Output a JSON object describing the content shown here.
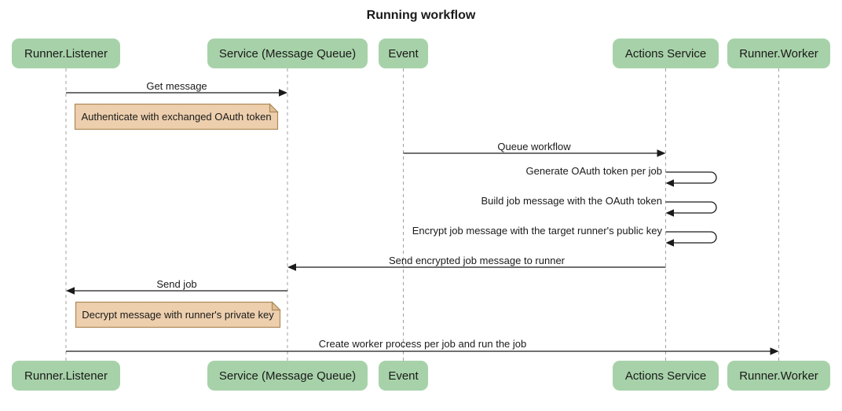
{
  "title": "Running workflow",
  "actors": [
    {
      "label": "Runner.Listener"
    },
    {
      "label": "Service (Message Queue)"
    },
    {
      "label": "Event"
    },
    {
      "label": "Actions Service"
    },
    {
      "label": "Runner.Worker"
    }
  ],
  "messages": [
    {
      "text": "Get message",
      "from": "Runner.Listener",
      "to": "Service (Message Queue)",
      "type": "solid-arrow"
    },
    {
      "text": "Queue workflow",
      "from": "Event",
      "to": "Actions Service",
      "type": "solid-arrow"
    },
    {
      "text": "Generate OAuth token per job",
      "from": "Actions Service",
      "to": "Actions Service",
      "type": "self-loop"
    },
    {
      "text": "Build job message with the OAuth token",
      "from": "Actions Service",
      "to": "Actions Service",
      "type": "self-loop"
    },
    {
      "text": "Encrypt job message with the target runner's public key",
      "from": "Actions Service",
      "to": "Actions Service",
      "type": "self-loop"
    },
    {
      "text": "Send encrypted job message to runner",
      "from": "Actions Service",
      "to": "Service (Message Queue)",
      "type": "solid-arrow"
    },
    {
      "text": "Send job",
      "from": "Service (Message Queue)",
      "to": "Runner.Listener",
      "type": "solid-arrow"
    },
    {
      "text": "Create worker process per job and run the job",
      "from": "Runner.Listener",
      "to": "Runner.Worker",
      "type": "solid-arrow"
    }
  ],
  "notes": [
    {
      "text": "Authenticate with exchanged OAuth token"
    },
    {
      "text": "Decrypt message with runner's private key"
    }
  ],
  "colors": {
    "actor_fill": "#A7D2A9",
    "note_fill": "#EDCFAE",
    "note_border": "#AE8A58",
    "note_fold": "#DFBF97",
    "lifeline": "#A0A0A0",
    "arrow": "#1A1A1A",
    "text": "#1A1A1A"
  }
}
